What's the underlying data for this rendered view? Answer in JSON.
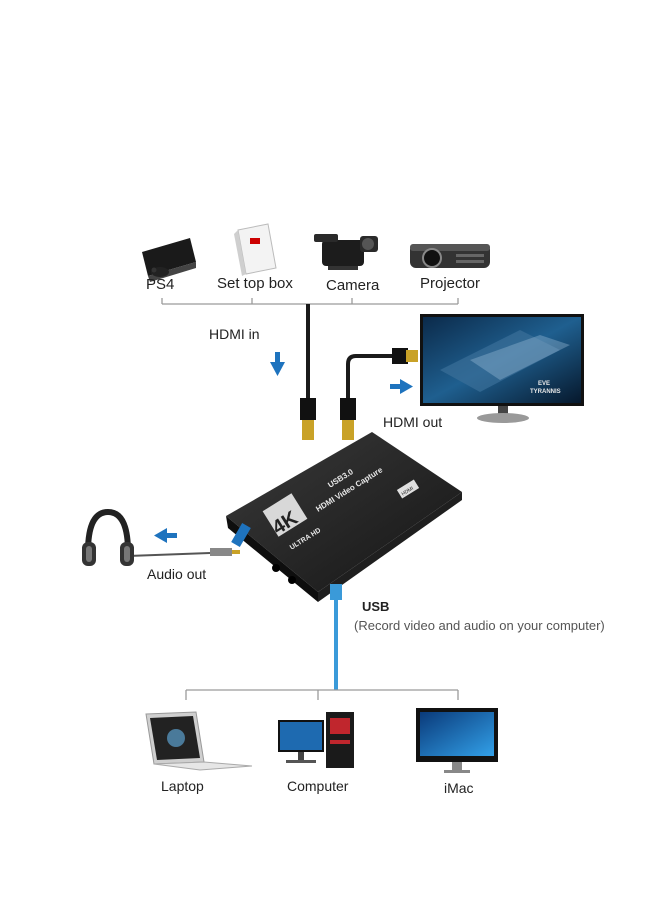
{
  "sources": [
    {
      "label": "PS4",
      "icon": "ps4-console-icon"
    },
    {
      "label": "Set top box",
      "icon": "set-top-box-icon"
    },
    {
      "label": "Camera",
      "icon": "video-camera-icon"
    },
    {
      "label": "Projector",
      "icon": "projector-icon"
    }
  ],
  "hdmi_in": "HDMI in",
  "hdmi_out": "HDMI out",
  "audio_out": "Audio out",
  "usb": {
    "label": "USB",
    "note": "(Record video and audio on your computer)"
  },
  "monitor_screen": {
    "line1": "EVE",
    "line2": "TYRANNIS"
  },
  "device": {
    "brand": "4K",
    "sub": "ULTRA HD",
    "line1": "USB3.0",
    "line2": "HDMI Video Capture",
    "port_label": "HDMI"
  },
  "targets": [
    {
      "label": "Laptop",
      "icon": "laptop-icon"
    },
    {
      "label": "Computer",
      "icon": "desktop-computer-icon"
    },
    {
      "label": "iMac",
      "icon": "imac-icon"
    }
  ],
  "colors": {
    "arrow": "#1e73be",
    "usb_cable": "#3a9ad9",
    "device_body": "#2b2b2b"
  }
}
